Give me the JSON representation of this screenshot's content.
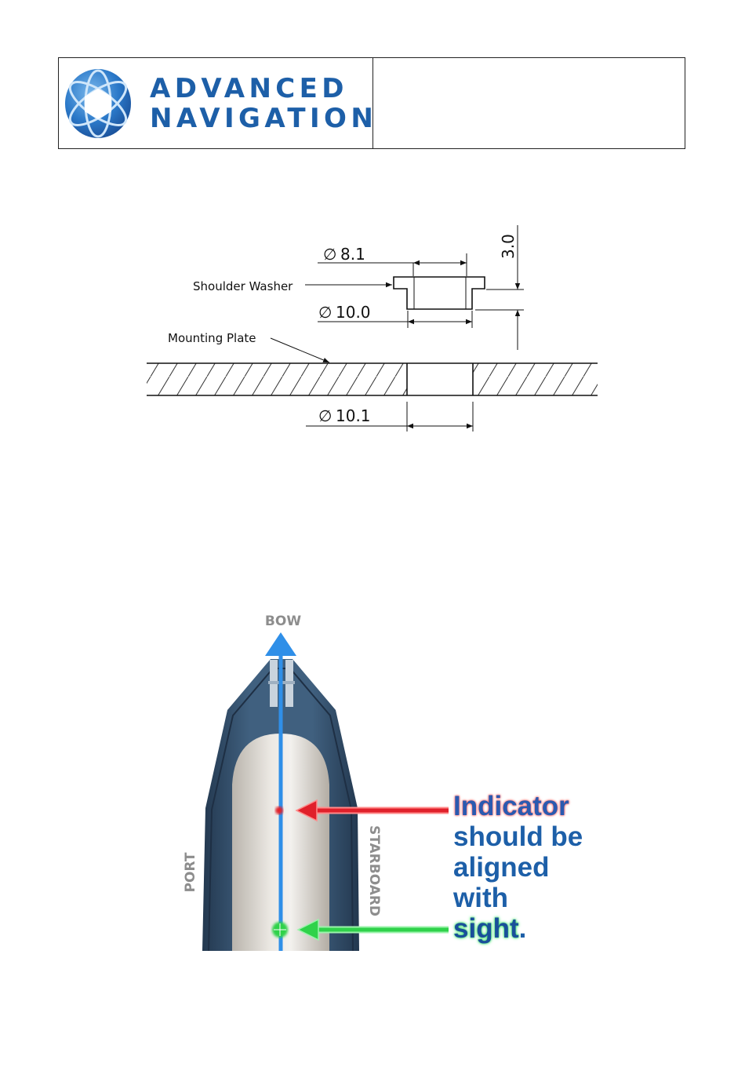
{
  "header": {
    "brand_line1": "ADVANCED",
    "brand_line2": "NAVIGATION",
    "logo_icon": "globe-hexagon-icon",
    "brand_color": "#1d5fa8"
  },
  "drawing": {
    "diameter_top": "8.1",
    "diameter_mid": "10.0",
    "diameter_bottom": "10.1",
    "height_dim": "3.0",
    "label_washer": "Shoulder Washer",
    "label_plate": "Mounting Plate",
    "diameter_symbol": "∅"
  },
  "boat": {
    "bow_label": "BOW",
    "port_label": "PORT",
    "starboard_label": "STARBOARD",
    "callout_line1": "Indicator",
    "callout_line2": "should be",
    "callout_line3": "aligned",
    "callout_line4": "with",
    "callout_line5": "sight",
    "callout_period": ".",
    "colors": {
      "arrow_blue": "#2f8fe8",
      "indicator_red": "#e0202a",
      "sight_green": "#2fd24a",
      "hull": "#3d5878"
    }
  }
}
